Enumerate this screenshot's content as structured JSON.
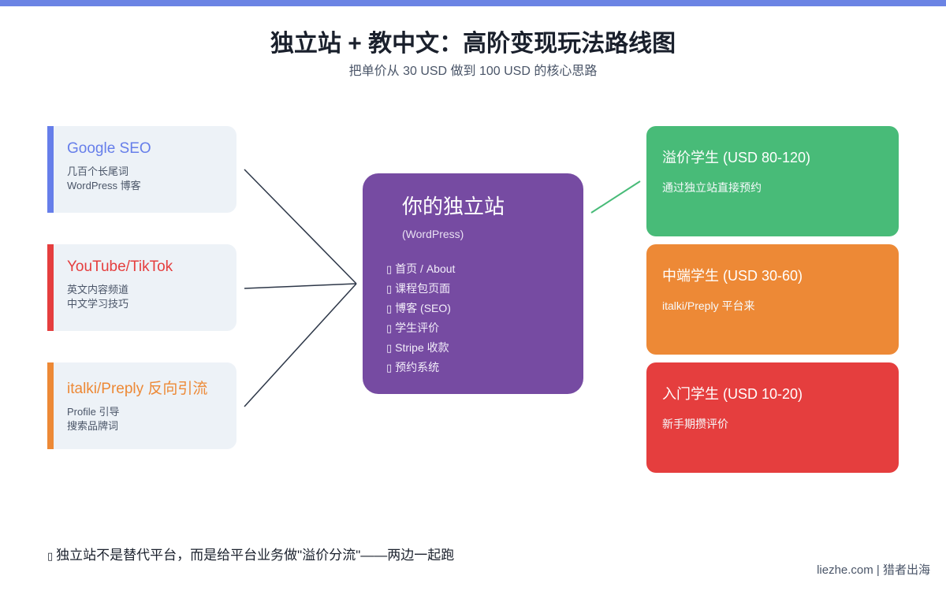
{
  "header": {
    "title": "独立站 + 教中文：高阶变现玩法路线图",
    "subtitle": "把单价从 30 USD 做到 100 USD 的核心思路"
  },
  "sources": [
    {
      "title": "Google SEO",
      "color": "#667eea",
      "lines": [
        "几百个长尾词",
        "WordPress 博客"
      ]
    },
    {
      "title": "YouTube/TikTok",
      "color": "#e53e3e",
      "lines": [
        "英文内容频道",
        "中文学习技巧"
      ]
    },
    {
      "title": "italki/Preply 反向引流",
      "color": "#ed8936",
      "lines": [
        "Profile 引导",
        "搜索品牌词"
      ]
    }
  ],
  "center": {
    "title": "你的独立站",
    "subtitle": "(WordPress)",
    "bullet_glyph": "▯",
    "items": [
      "首页 / About",
      "课程包页面",
      "博客 (SEO)",
      "学生评价",
      "Stripe 收款",
      "预约系统"
    ]
  },
  "tiers": [
    {
      "title": "溢价学生 (USD 80-120)",
      "desc": "通过独立站直接预约",
      "color": "#48bb78"
    },
    {
      "title": "中端学生 (USD 30-60)",
      "desc": "italki/Preply 平台来",
      "color": "#ed8936"
    },
    {
      "title": "入门学生 (USD 10-20)",
      "desc": "新手期攒评价",
      "color": "#e53e3e"
    }
  ],
  "footer": {
    "glyph": "▯",
    "note": "独立站不是替代平台，而是给平台业务做\"溢价分流\"——两边一起跑",
    "credit": "liezhe.com | 猎者出海"
  },
  "colors": {
    "top_bar": "#6b84e4",
    "connector": "#2d3748",
    "connector_green": "#48bb78",
    "center_card": "#764ba2"
  }
}
